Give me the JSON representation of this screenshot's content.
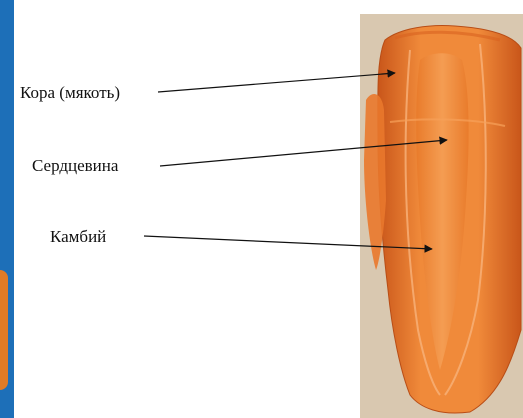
{
  "labels": {
    "cortex": "Кора (мякоть)",
    "core": "Сердцевина",
    "cambium": "Камбий"
  },
  "colors": {
    "carrot": "#e8731f",
    "carrot_light": "#f4934a",
    "carrot_core": "#d25a12",
    "board": "#d9c8b0",
    "edge": "#1d6fb8"
  }
}
